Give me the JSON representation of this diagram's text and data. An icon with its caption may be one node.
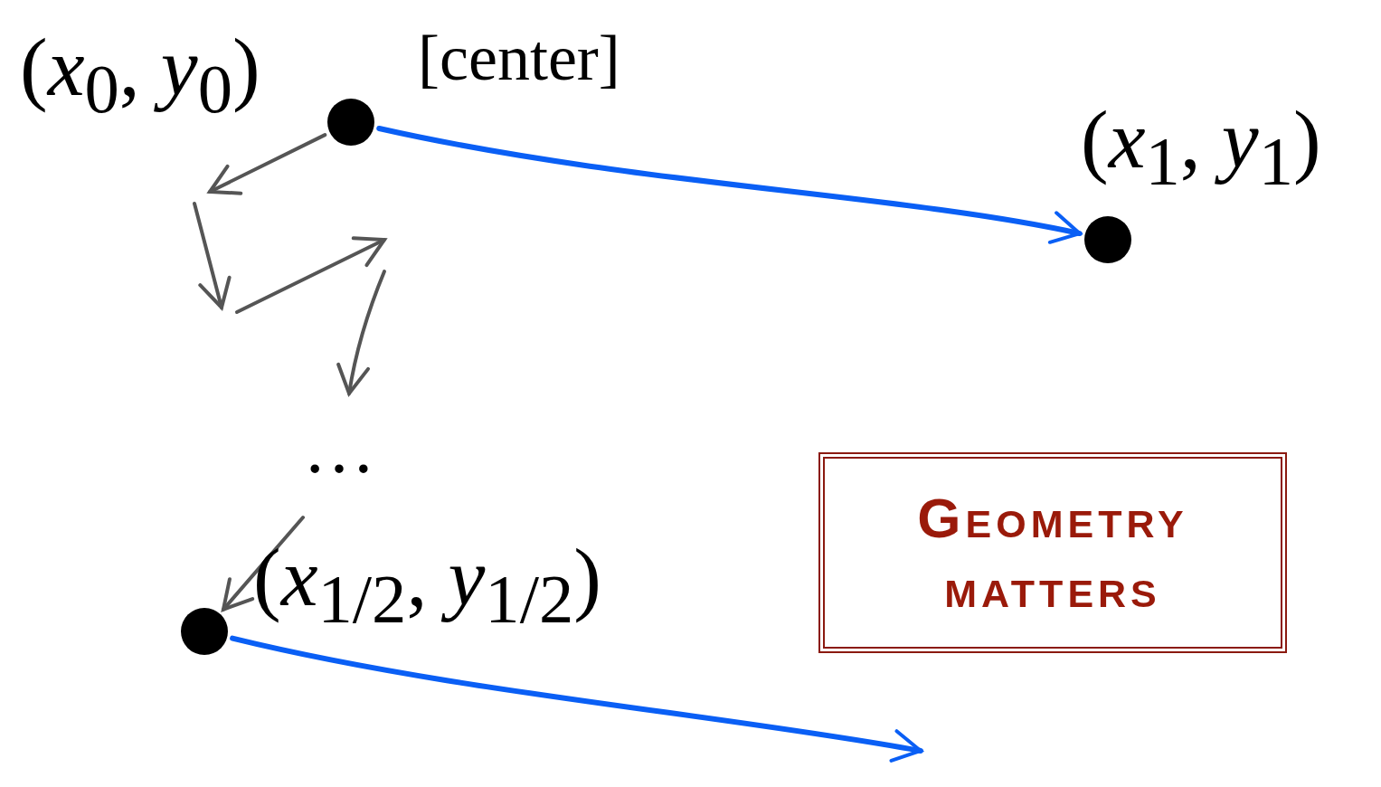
{
  "diagram": {
    "nodes": [
      {
        "text": [],
        "shape": "circle",
        "beside": [
          "(*x*$_{0}$, *y*$_{0}$)",
          "[center]"
        ]
      },
      {
        "text": [],
        "shape": "circle",
        "beside": [
          "(*x*$_{1}$, *y*$_{1}$)"
        ]
      },
      {
        "text": [],
        "shape": "circle",
        "beside": [
          "(*x*$_{1/2}$, *y*$_{1/2}$)"
        ]
      },
      {
        "text": [
          "Geometry matters"
        ]
      }
    ],
    "edges": [
      {
        "from": 0,
        "to": null,
        "arrow": "to",
        "color": "#555555"
      },
      {
        "from": 0,
        "to": 1,
        "arrow": "to",
        "color": "#0a5ff5"
      },
      {
        "from": null,
        "to": 2,
        "arrow": "to",
        "color": "#555555"
      },
      {
        "from": 2,
        "to": null,
        "arrow": "to",
        "color": "#0a5ff5"
      }
    ],
    "labels": [
      "…"
    ]
  }
}
